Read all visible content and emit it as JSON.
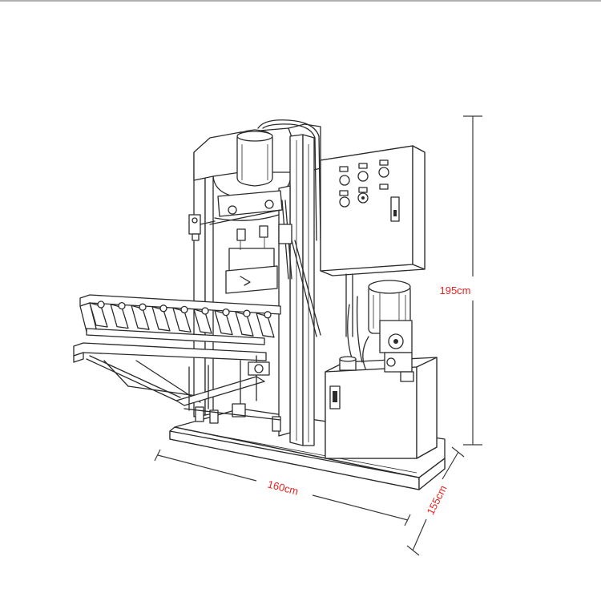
{
  "dimensions": {
    "height_label": "195cm",
    "length_label": "160cm",
    "width_label": "155cm",
    "label_color": "#e8231f"
  }
}
